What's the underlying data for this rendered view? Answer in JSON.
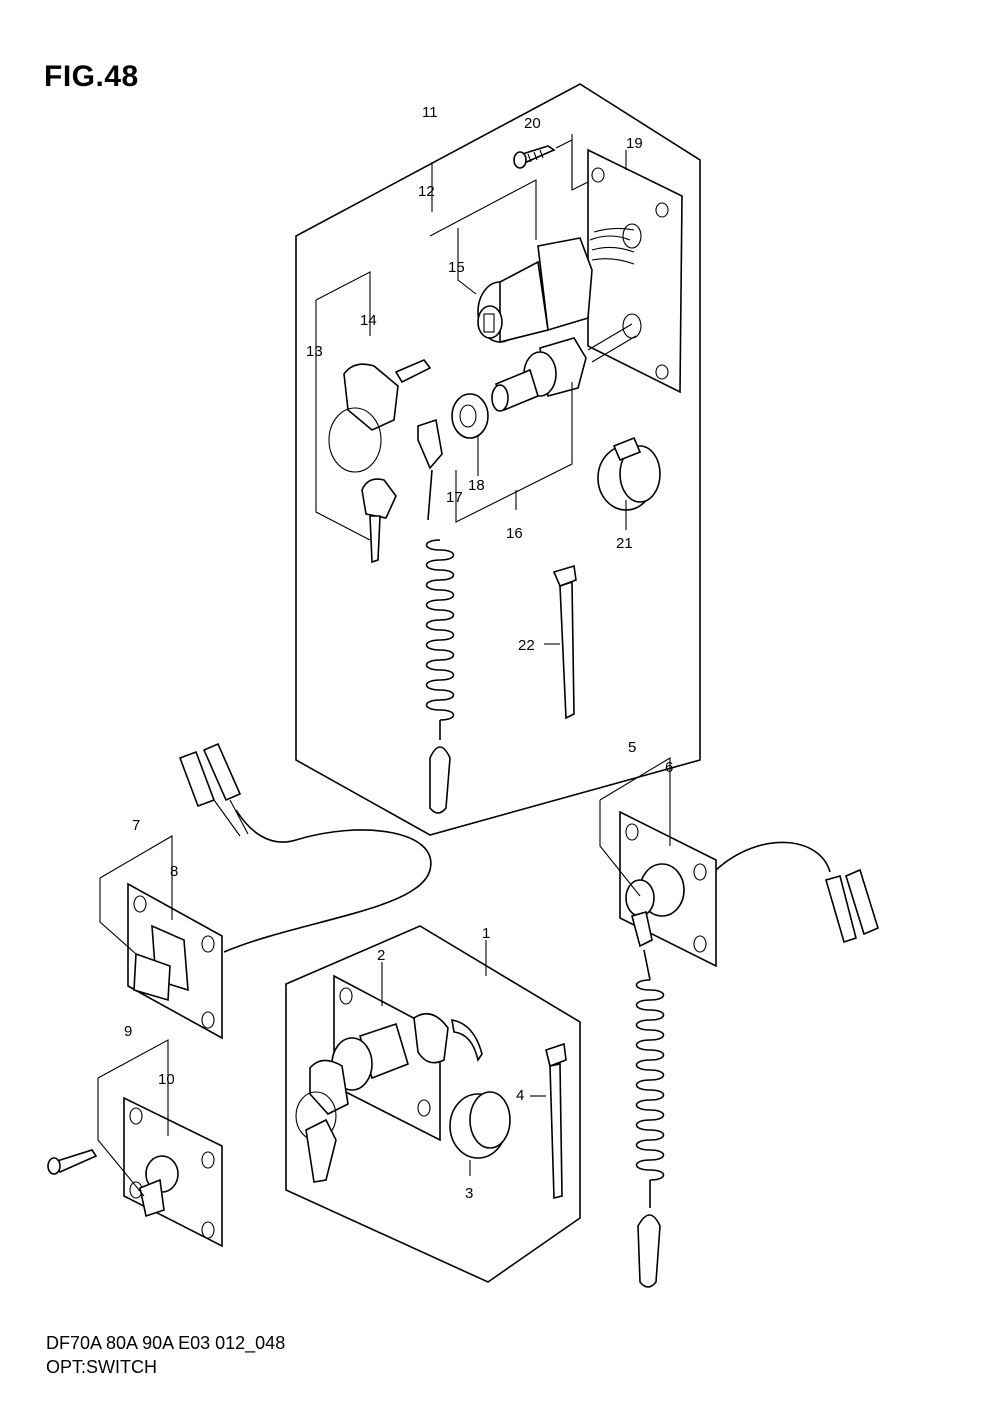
{
  "figure": {
    "title": "FIG.48"
  },
  "footer": {
    "line1": "DF70A 80A 90A E03 012_048",
    "line2": "OPT:SWITCH"
  },
  "callouts": [
    "1",
    "2",
    "3",
    "4",
    "5",
    "6",
    "7",
    "8",
    "9",
    "10",
    "11",
    "12",
    "13",
    "14",
    "15",
    "16",
    "17",
    "18",
    "19",
    "20",
    "21",
    "22"
  ]
}
